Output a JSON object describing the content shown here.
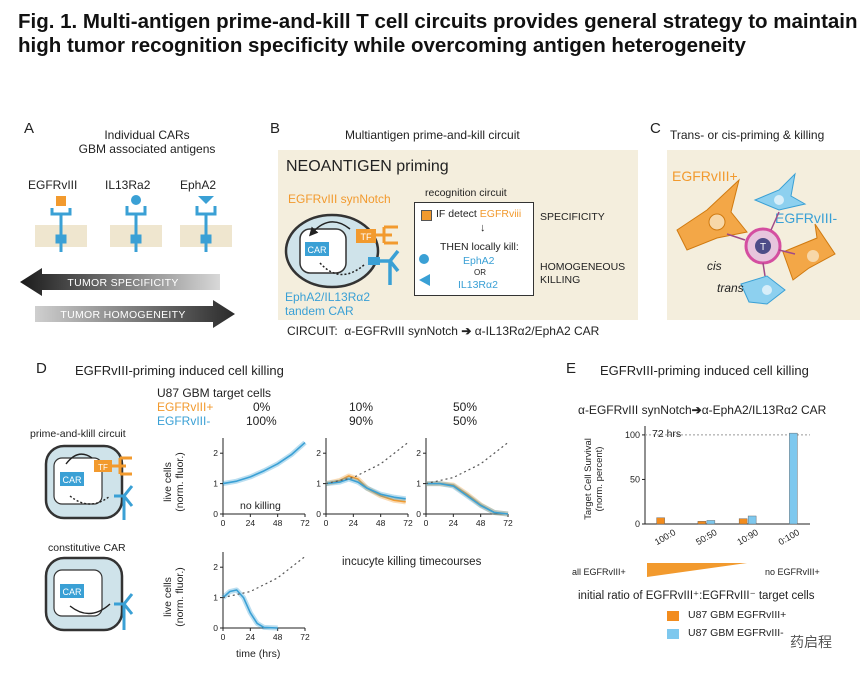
{
  "figure": {
    "title": "Fig. 1.  Multi-antigen prime-and-kill T cell circuits provides general strategy to maintain high tumor recognition specificity while overcoming antigen heterogeneity"
  },
  "panelA": {
    "letter": "A",
    "title_line1": "Individual CARs",
    "title_line2": "GBM associated antigens",
    "antigens": [
      "EGFRvIII",
      "IL13Ra2",
      "EphA2"
    ],
    "arrow_specificity": "TUMOR SPECIFICITY",
    "arrow_homogeneity": "TUMOR HOMOGENEITY"
  },
  "panelB": {
    "letter": "B",
    "title": "Multiantigen prime-and-kill circuit",
    "neoantigen": "NEOANTIGEN priming",
    "synnotch": "EGFRvIII synNotch",
    "tf": "TF",
    "car": "CAR",
    "tandem_line1": "EphA2/IL13Rα2",
    "tandem_line2": "tandem CAR",
    "recognition": "recognition circuit",
    "if_detect": "IF detect",
    "if_antigen": "EGFRviii",
    "then_kill": "THEN locally kill:",
    "kill_a": "EphA2",
    "kill_or": "OR",
    "kill_b": "IL13Rα2",
    "specificity": "SPECIFICITY",
    "homogeneous_line1": "HOMOGENEOUS",
    "homogeneous_line2": "KILLING",
    "circuit_label": "CIRCUIT:",
    "circuit_left": "α-EGFRvIII synNotch",
    "circuit_right": "α-IL13Rα2/EphA2 CAR"
  },
  "panelC": {
    "letter": "C",
    "title": "Trans- or cis-priming & killing",
    "plus": "EGFRvIII+",
    "minus": "EGFRvIII-",
    "t": "T",
    "cis": "cis",
    "trans": "trans"
  },
  "panelD": {
    "letter": "D",
    "title": "EGFRvIII-priming induced cell killing",
    "target": "U87 GBM target cells",
    "plus_label": "EGFRvIII+",
    "minus_label": "EGFRvIII-",
    "pct_plus": [
      "0%",
      "10%",
      "50%"
    ],
    "pct_minus": [
      "100%",
      "90%",
      "50%"
    ],
    "circuit1": "prime-and-klill circuit",
    "circuit2": "constitutive CAR",
    "tf": "TF",
    "car": "CAR",
    "ylabel_line1": "live cells",
    "ylabel_line2": "(norm. fluor.)",
    "xlabel": "time (hrs)",
    "no_killing": "no killing",
    "incucyte": "incucyte killing timecourses",
    "xticks": [
      "0",
      "24",
      "48",
      "72"
    ],
    "yticks": [
      "0",
      "1",
      "2"
    ]
  },
  "panelE": {
    "letter": "E",
    "title": "EGFRvIII-priming induced cell killing",
    "circuit_left": "α-EGFRvIII synNotch",
    "circuit_right": "α-EphA2/IL13Rα2 CAR",
    "ylabel_line1": "Target Cell Survival",
    "ylabel_line2": "(norm. percent)",
    "time_label": "72 hrs",
    "all_plus": "all EGFRvIII+",
    "no_plus": "no EGFRvIII+",
    "ratio_text": "initial ratio of EGFRvIII⁺:EGFRvIII⁻ target cells",
    "legend_plus": "U87 GBM EGFRvIII+",
    "legend_minus": "U87 GBM EGFRvIII-",
    "watermark": "药启程"
  },
  "chart_data": [
    {
      "type": "line",
      "panel": "D-top-0%",
      "x_range": [
        0,
        72
      ],
      "y_range": [
        0,
        2.5
      ],
      "series": [
        {
          "color": "#3aa0d5",
          "x": [
            0,
            12,
            24,
            36,
            48,
            60,
            72
          ],
          "y": [
            1.0,
            1.08,
            1.22,
            1.42,
            1.65,
            1.95,
            2.35
          ]
        }
      ]
    },
    {
      "type": "line",
      "panel": "D-top-10%",
      "x_range": [
        0,
        72
      ],
      "y_range": [
        0,
        2.5
      ],
      "series": [
        {
          "color": "#f29a2e",
          "x": [
            0,
            12,
            20,
            28,
            36,
            48,
            60,
            70
          ],
          "y": [
            1.0,
            1.1,
            1.25,
            1.15,
            0.85,
            0.6,
            0.45,
            0.4
          ]
        },
        {
          "color": "#3aa0d5",
          "x": [
            0,
            12,
            20,
            28,
            36,
            48,
            60,
            70
          ],
          "y": [
            1.0,
            1.05,
            1.15,
            1.05,
            0.85,
            0.65,
            0.55,
            0.5
          ]
        },
        {
          "color": "#555555",
          "dashed": true,
          "x": [
            0,
            24,
            48,
            72
          ],
          "y": [
            1.0,
            1.2,
            1.65,
            2.35
          ]
        }
      ]
    },
    {
      "type": "line",
      "panel": "D-top-50%",
      "x_range": [
        0,
        72
      ],
      "y_range": [
        0,
        2.5
      ],
      "series": [
        {
          "color": "#f29a2e",
          "x": [
            0,
            12,
            24,
            36,
            48,
            60,
            72
          ],
          "y": [
            1.0,
            1.0,
            0.95,
            0.65,
            0.3,
            0.05,
            0.0
          ]
        },
        {
          "color": "#3aa0d5",
          "x": [
            0,
            12,
            24,
            36,
            48,
            60,
            72
          ],
          "y": [
            1.0,
            1.0,
            0.92,
            0.6,
            0.28,
            0.05,
            0.0
          ]
        },
        {
          "color": "#555555",
          "dashed": true,
          "x": [
            0,
            24,
            48,
            72
          ],
          "y": [
            1.0,
            1.2,
            1.65,
            2.35
          ]
        }
      ]
    },
    {
      "type": "line",
      "panel": "D-bottom-constitutive",
      "x_range": [
        0,
        72
      ],
      "y_range": [
        0,
        2.5
      ],
      "series": [
        {
          "color": "#3aa0d5",
          "x": [
            0,
            6,
            12,
            18,
            24,
            30,
            36,
            48
          ],
          "y": [
            1.0,
            1.2,
            1.25,
            1.0,
            0.5,
            0.15,
            0.02,
            0.0
          ]
        },
        {
          "color": "#555555",
          "dashed": true,
          "x": [
            0,
            24,
            48,
            72
          ],
          "y": [
            1.0,
            1.2,
            1.65,
            2.35
          ]
        }
      ]
    },
    {
      "type": "bar",
      "panel": "E",
      "categories": [
        "100:0",
        "50:50",
        "10:90",
        "0:100"
      ],
      "ylim": [
        0,
        110
      ],
      "yticks": [
        0,
        50,
        100
      ],
      "series": [
        {
          "name": "U87 GBM EGFRvIII+",
          "color": "#f28c1e",
          "values": [
            7,
            3,
            6,
            0
          ]
        },
        {
          "name": "U87 GBM EGFRvIII-",
          "color": "#7ec8ee",
          "values": [
            0,
            4,
            9,
            102
          ]
        }
      ]
    }
  ]
}
